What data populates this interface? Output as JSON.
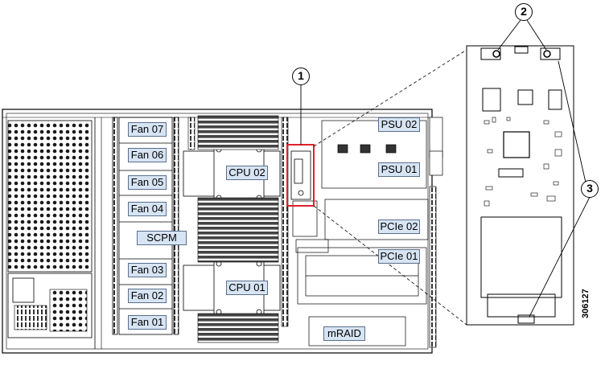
{
  "labels": {
    "fan07": "Fan 07",
    "fan06": "Fan 06",
    "fan05": "Fan 05",
    "fan04": "Fan 04",
    "scpm": "SCPM",
    "fan03": "Fan 03",
    "fan02": "Fan 02",
    "fan01": "Fan 01",
    "cpu02": "CPU 02",
    "cpu01": "CPU 01",
    "psu02": "PSU 02",
    "psu01": "PSU 01",
    "pcie02": "PCIe 02",
    "pcie01": "PCIe 01",
    "mraid": "mRAID"
  },
  "callouts": {
    "c1": "1",
    "c2": "2",
    "c3": "3"
  },
  "figure_id": "306127",
  "colors": {
    "highlight": "#e0202a",
    "label_fill": "#d7e4f4",
    "line": "#000000"
  }
}
